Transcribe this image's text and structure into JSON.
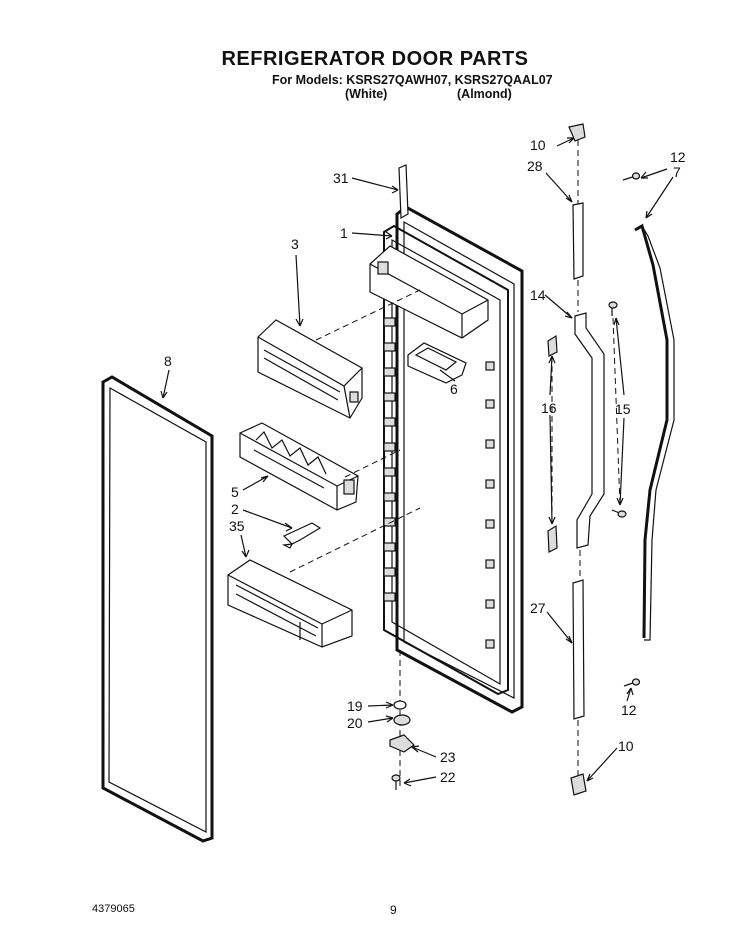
{
  "header": {
    "title": "REFRIGERATOR DOOR PARTS",
    "models_line": "For Models: KSRS27QAWH07, KSRS27QAAL07",
    "variant_white": "(White)",
    "variant_almond": "(Almond)"
  },
  "footer": {
    "doc_number": "4379065",
    "page_number": "9"
  },
  "callouts": {
    "c1": "1",
    "c2": "2",
    "c3": "3",
    "c5": "5",
    "c6": "6",
    "c7": "7",
    "c8": "8",
    "c10a": "10",
    "c10b": "10",
    "c12a": "12",
    "c12b": "12",
    "c14": "14",
    "c15": "15",
    "c16": "16",
    "c19": "19",
    "c20": "20",
    "c22": "22",
    "c23": "23",
    "c27": "27",
    "c28": "28",
    "c31": "31",
    "c35": "35"
  }
}
